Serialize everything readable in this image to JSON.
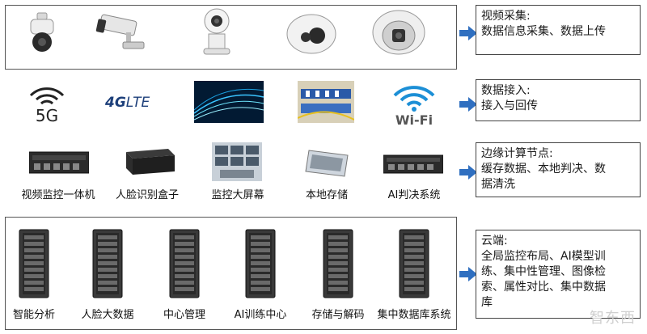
{
  "tiers": [
    {
      "id": "video",
      "panel_title": "视频采集:",
      "panel_lines": [
        "数据信息采集、数据上传"
      ],
      "icons": [
        "ptz-dome-camera-icon",
        "bullet-camera-icon",
        "home-ip-camera-icon",
        "turret-camera-icon",
        "dome-camera-icon"
      ]
    },
    {
      "id": "access",
      "panel_title": "数据接入:",
      "panel_lines": [
        "接入与回传"
      ],
      "icons": [
        "5g-signal-icon",
        "4glte-logo-icon",
        "fiber-optic-icon",
        "network-cable-icon",
        "wifi-icon"
      ],
      "icon_text": {
        "fiveg": "5G",
        "lte_prefix": "4G",
        "lte": "LTE",
        "wifi": "Wi-Fi"
      }
    },
    {
      "id": "edge",
      "panel_title": "边缘计算节点:",
      "panel_lines": [
        "缓存数据、本地判决、数",
        "据清洗"
      ],
      "labels": [
        "视频监控一体机",
        "人脸识别盒子",
        "监控大屏幕",
        "本地存储",
        "AI判决系统"
      ]
    },
    {
      "id": "cloud",
      "panel_title": "云端:",
      "panel_lines": [
        "全局监控布局、AI模型训",
        "练、集中性管理、图像检",
        "索、属性对比、集中数据",
        "库"
      ],
      "labels": [
        "智能分析",
        "人脸大数据",
        "中心管理",
        "AI训练中心",
        "存储与解码",
        "集中数据库系统"
      ]
    }
  ],
  "watermark": "智东西",
  "colors": {
    "arrow": "#2f6fc0",
    "frame": "#555555",
    "rack": "#3a3a3a"
  }
}
